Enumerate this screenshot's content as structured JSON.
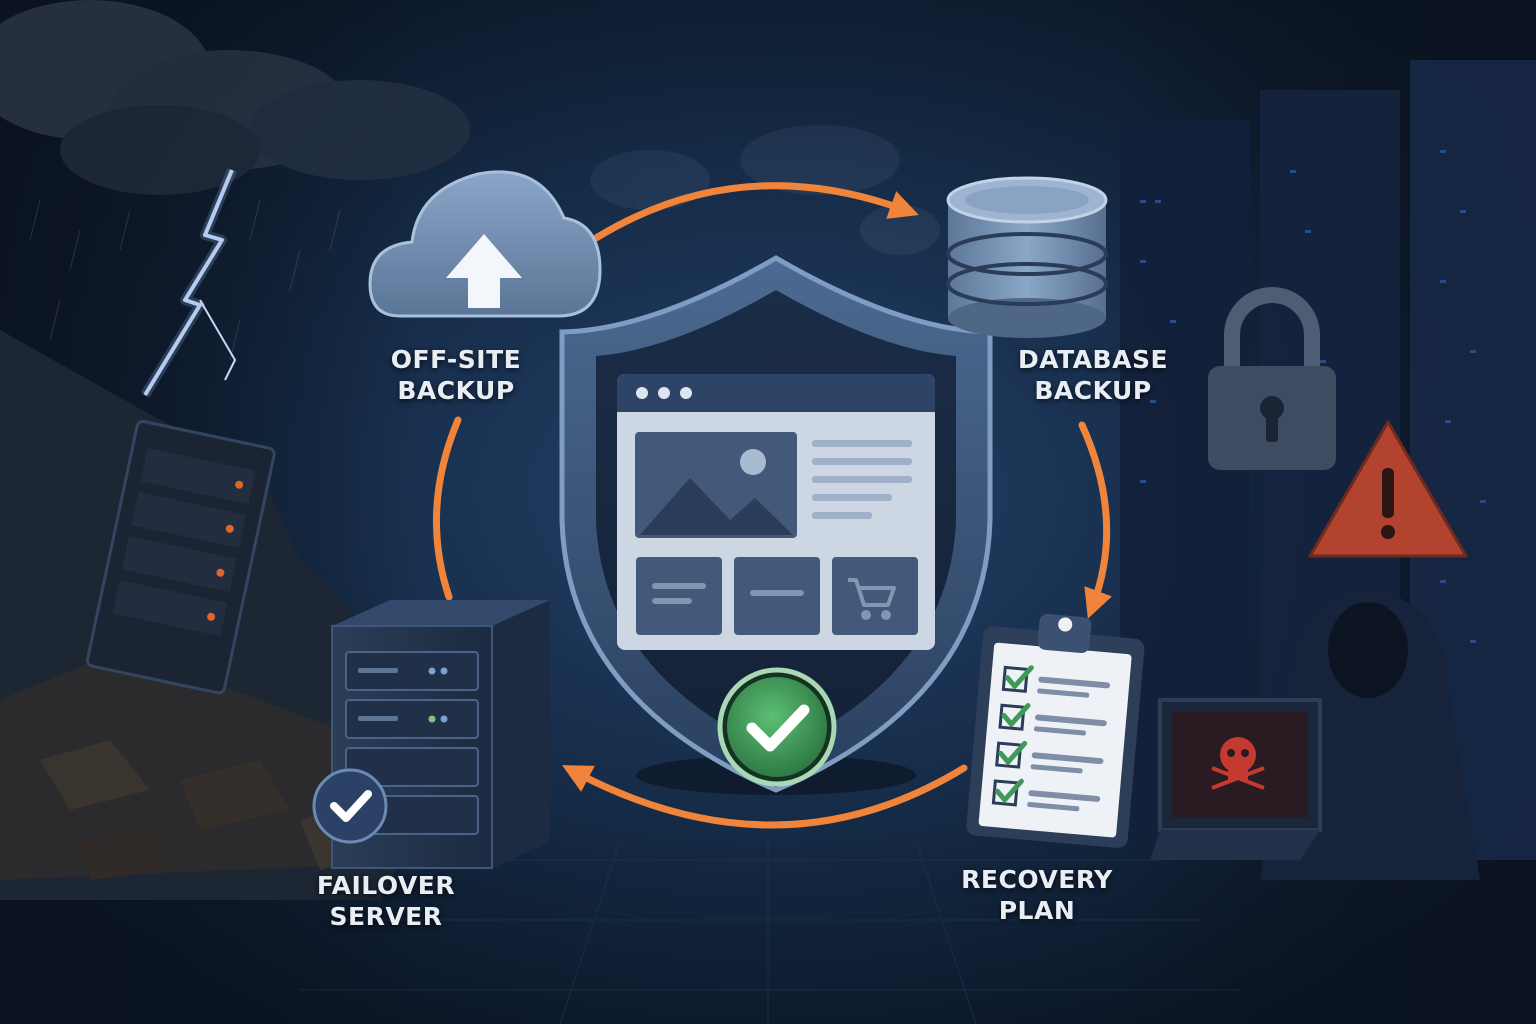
{
  "diagram": {
    "nodes": [
      {
        "id": "offsite",
        "lines": [
          "OFF-SITE",
          "BACKUP"
        ],
        "icon": "cloud-upload-icon"
      },
      {
        "id": "database",
        "lines": [
          "DATABASE",
          "BACKUP"
        ],
        "icon": "database-icon"
      },
      {
        "id": "recovery",
        "lines": [
          "RECOVERY",
          "PLAN"
        ],
        "icon": "clipboard-checklist-icon"
      },
      {
        "id": "failover",
        "lines": [
          "FAILOVER",
          "SERVER"
        ],
        "icon": "server-tower-icon"
      }
    ],
    "center": {
      "icon": "shield-website-icon",
      "status_icon": "check-badge-icon"
    },
    "threats": [
      "storm-lightning-icon",
      "lock-icon",
      "warning-triangle-icon",
      "hacker-skull-icon"
    ]
  },
  "colors": {
    "background": "#0f1c2e",
    "accent_arrow": "#f0843a",
    "check_green": "#3f9a5a",
    "warning_red": "#b2432f",
    "server_light_orange": "#e0652a"
  }
}
